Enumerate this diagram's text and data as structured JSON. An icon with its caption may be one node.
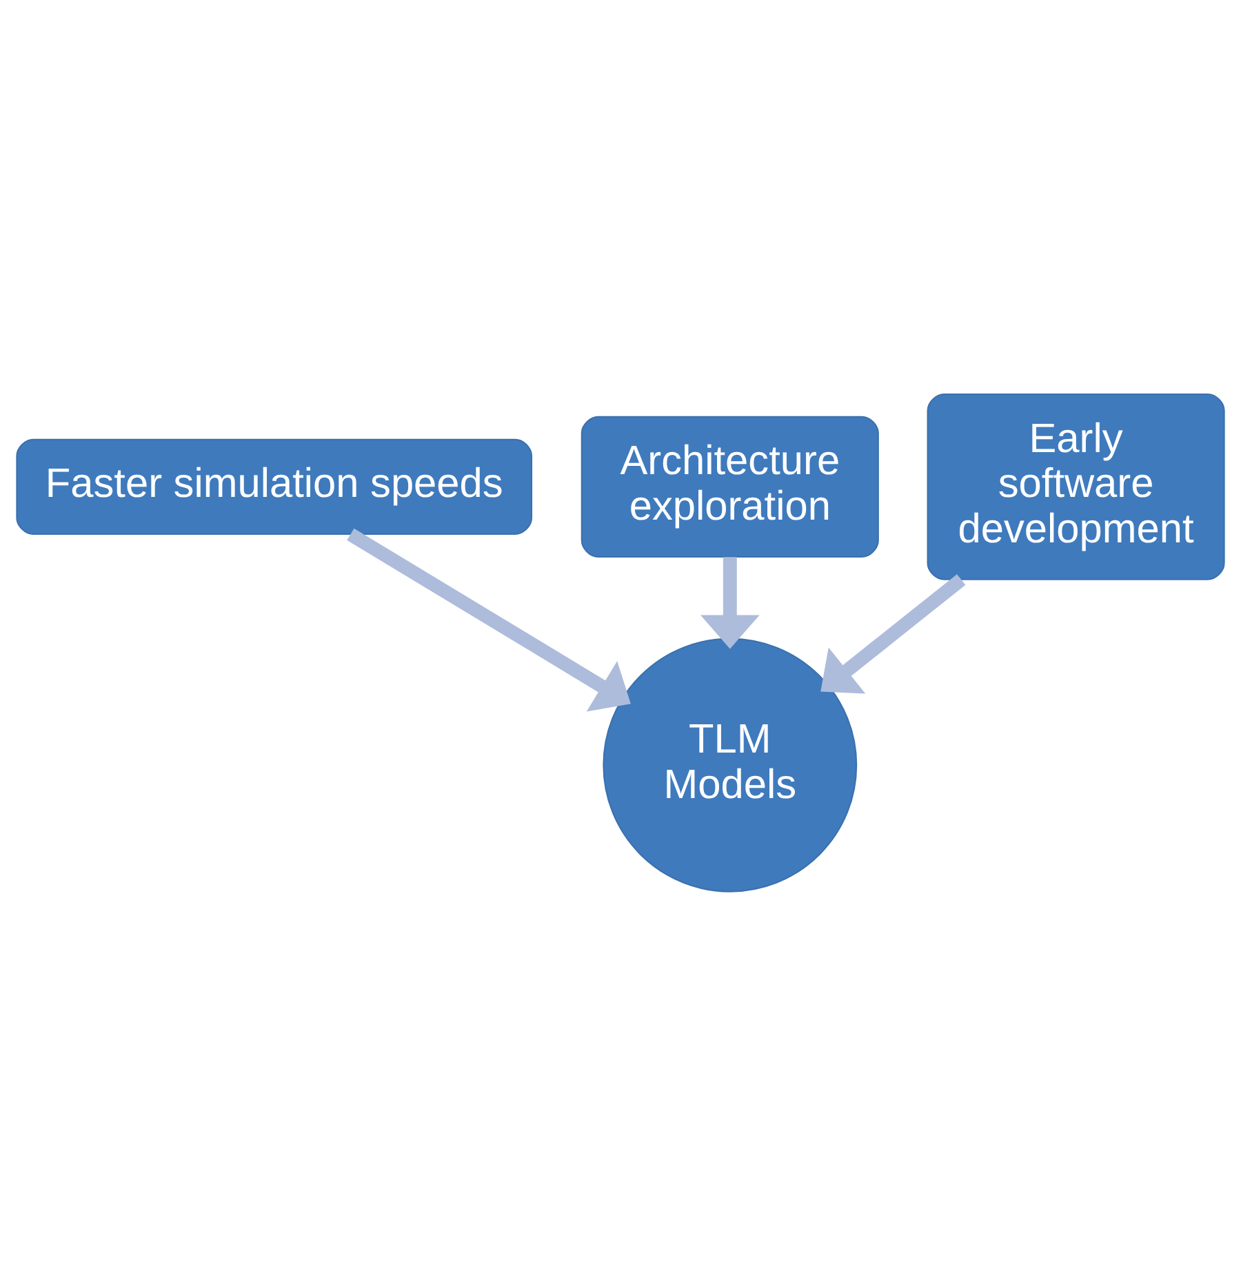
{
  "diagram": {
    "nodes": [
      {
        "text": [
          "Faster simulation speeds"
        ]
      },
      {
        "text": [
          "Architecture exploration"
        ]
      },
      {
        "text": [
          "Early software development"
        ]
      },
      {
        "text": [
          "TLM Models"
        ]
      }
    ],
    "edges": [
      {
        "from": 1,
        "to": 3,
        "arrow": "to"
      },
      {
        "from": 0,
        "to": 3,
        "arrow": "to"
      },
      {
        "from": 2,
        "to": 3,
        "arrow": "to"
      }
    ]
  }
}
